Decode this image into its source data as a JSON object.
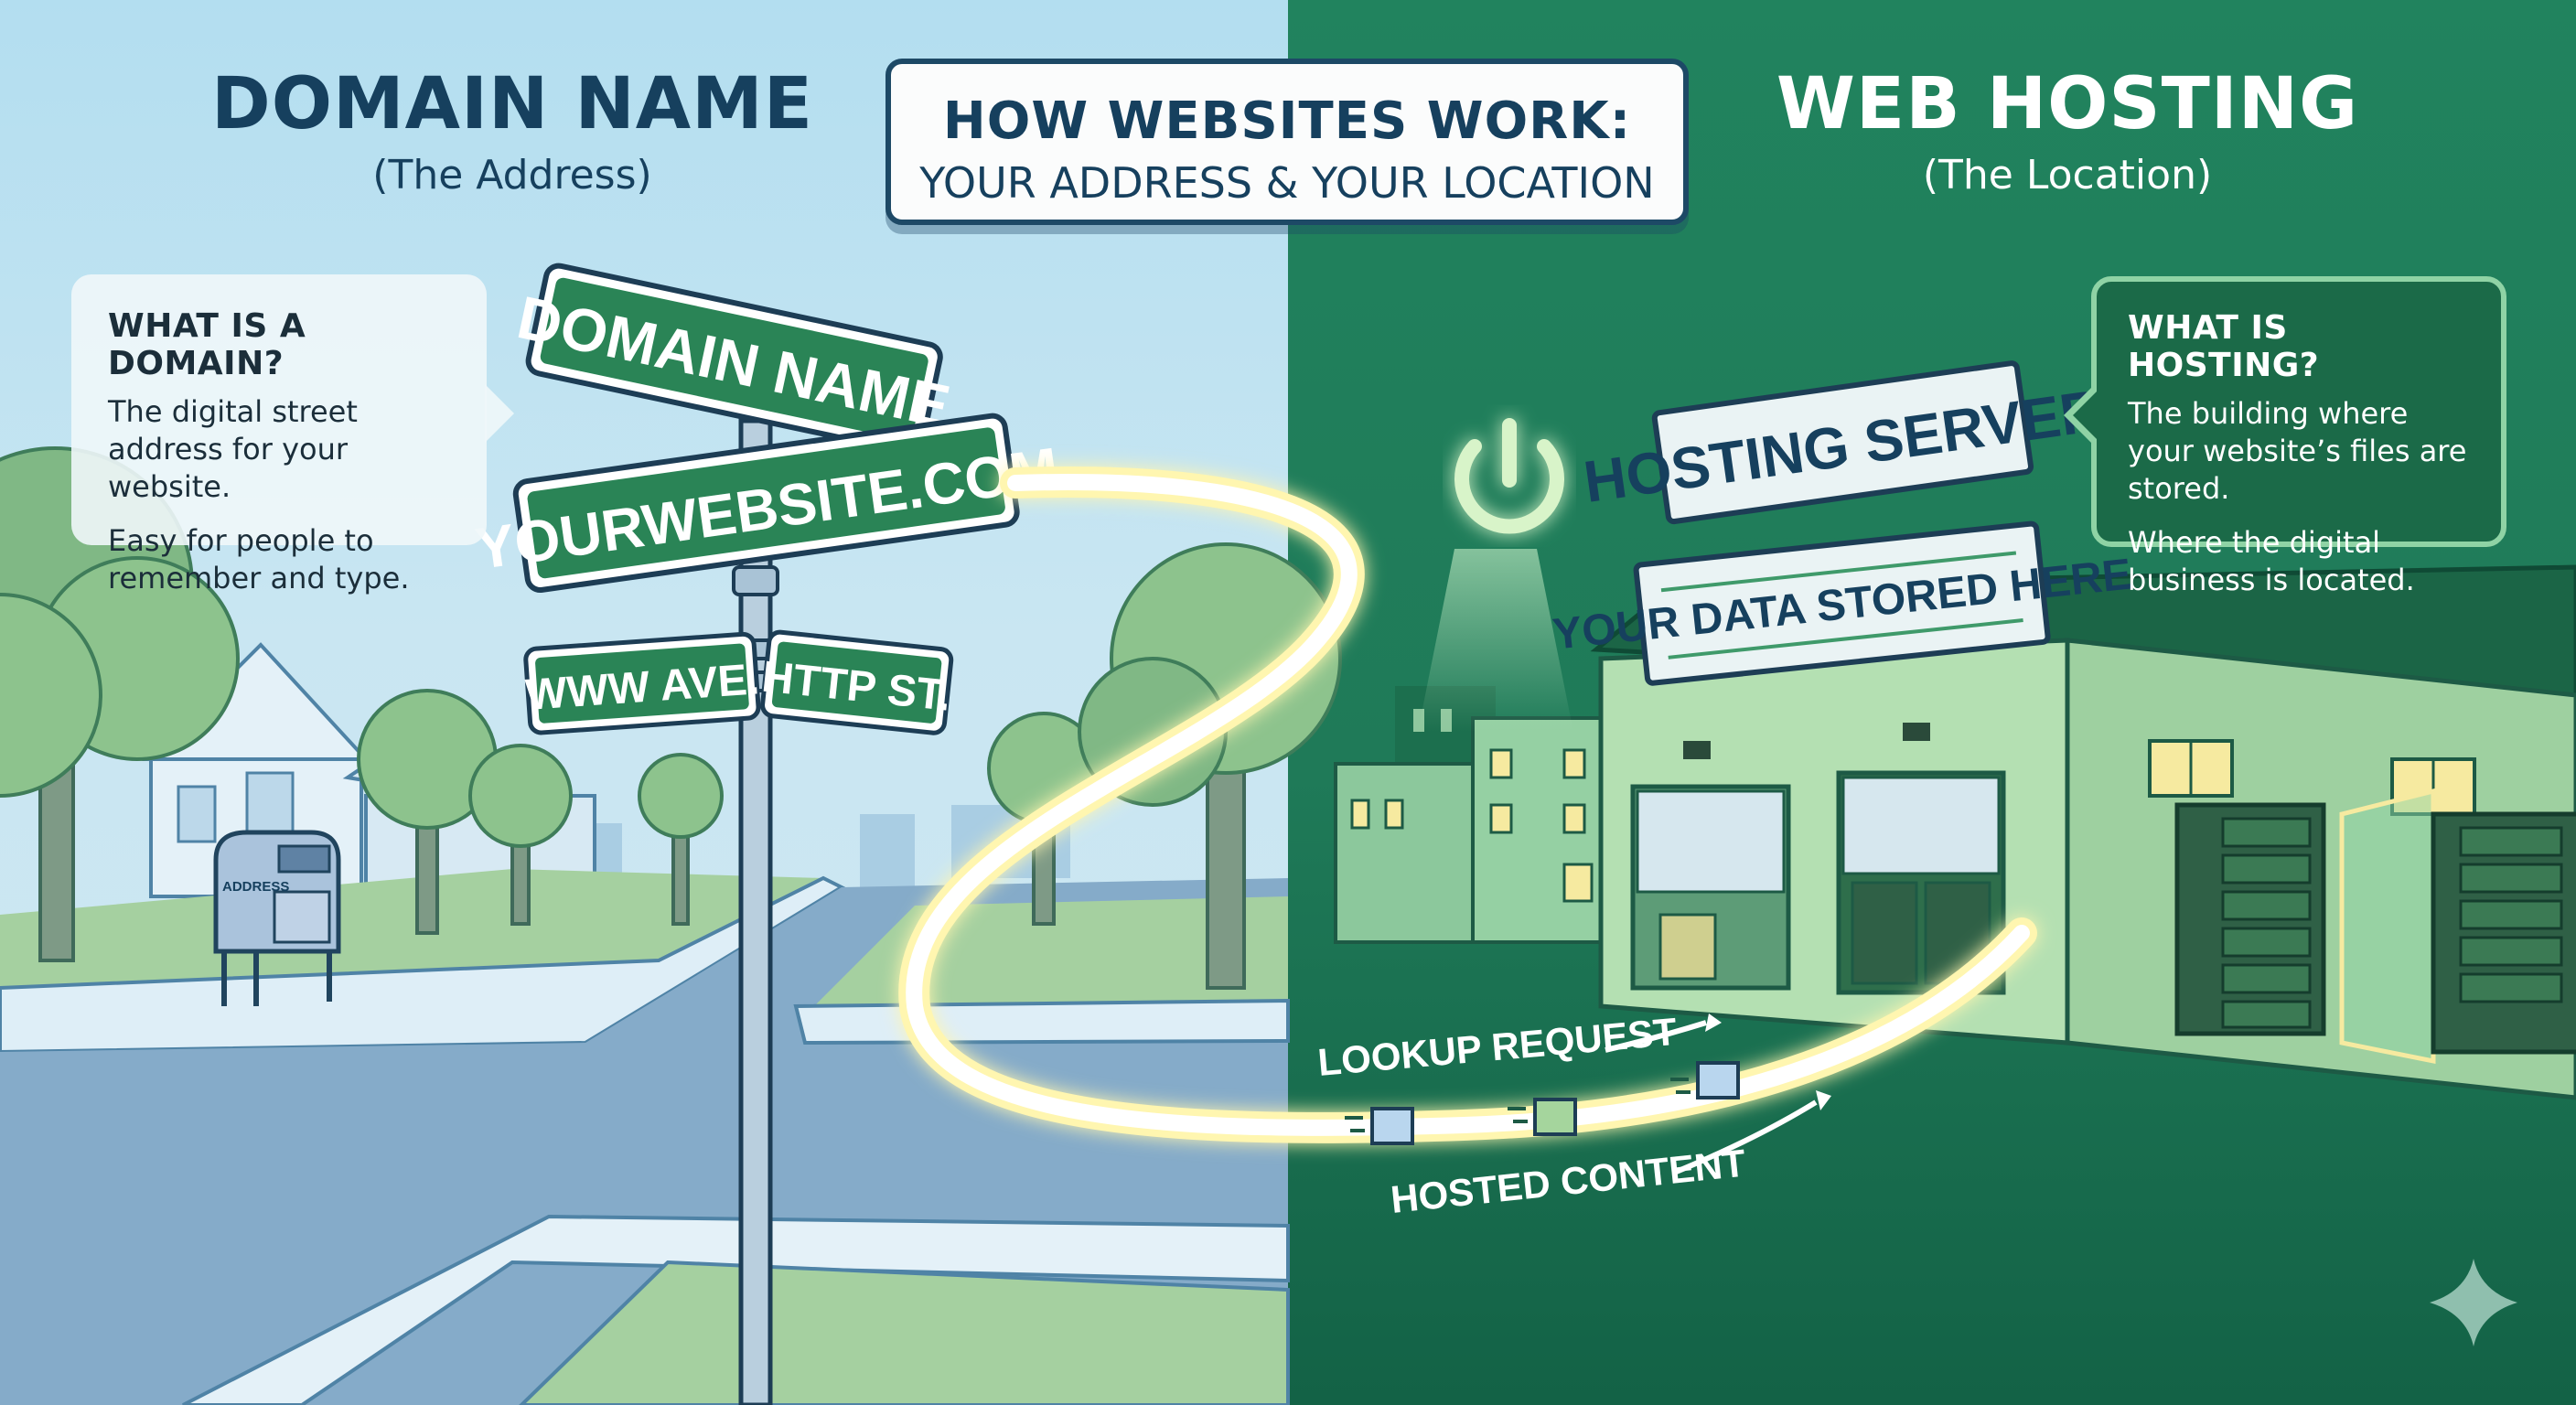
{
  "title": {
    "line1": "HOW WEBSITES WORK:",
    "line2": "YOUR ADDRESS & YOUR LOCATION"
  },
  "left": {
    "heading": "DOMAIN NAME",
    "subheading": "(The Address)",
    "card": {
      "title": "WHAT IS A DOMAIN?",
      "text1": "The digital street address for your website.",
      "text2": "Easy for people to remember and type."
    },
    "signs": {
      "top": "DOMAIN NAME",
      "middle": "YOURWEBSITE.COM",
      "bottom_left": "WWW AVE.",
      "bottom_right": "HTTP ST."
    },
    "mailbox_label": "ADDRESS"
  },
  "right": {
    "heading": "WEB HOSTING",
    "subheading": "(The Location)",
    "card": {
      "title": "WHAT IS HOSTING?",
      "text1": "The building where your website’s files are stored.",
      "text2": "Where the digital business is located."
    },
    "billboard": {
      "top": "HOSTING SERVER",
      "bottom": "YOUR DATA STORED HERE"
    }
  },
  "flow": {
    "request_label": "LOOKUP REQUEST",
    "response_label": "HOSTED CONTENT"
  },
  "icons": {
    "power": "power-icon",
    "sparkle": "sparkle-icon",
    "data_packet": "envelope-icon"
  },
  "colors": {
    "sky_blue": "#b3def0",
    "hosting_green": "#21835e",
    "navy_text": "#16405e",
    "sign_green": "#2a8456",
    "glow_yellow": "#fff6b0",
    "window_yellow": "#f6eaa0"
  }
}
